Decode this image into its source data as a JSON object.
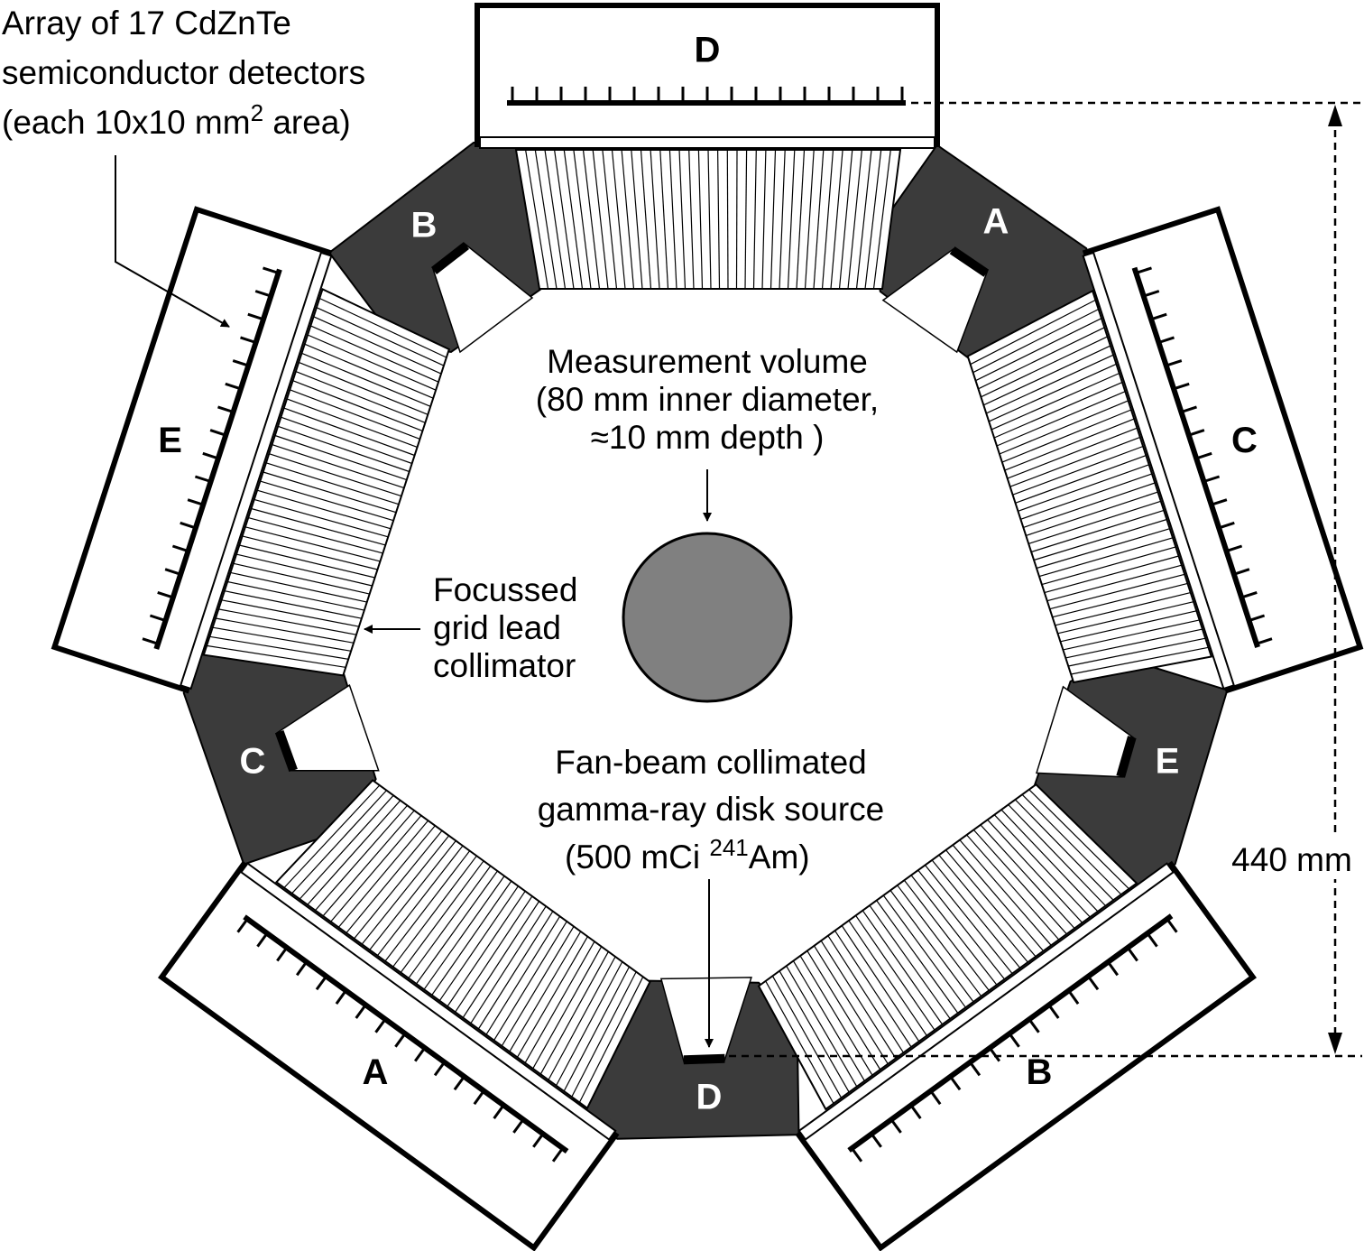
{
  "annotations": {
    "detector_array": [
      "Array of 17 CdZnTe",
      "semiconductor detectors",
      "(each 10x10 mm",
      "2",
      " area)"
    ],
    "measurement_volume": [
      "Measurement volume",
      "(80 mm inner diameter,",
      "≈10 mm depth )"
    ],
    "collimator": [
      "Focussed",
      "grid lead",
      "collimator"
    ],
    "source": [
      "Fan-beam collimated",
      "gamma-ray disk source",
      "(500 mCi ",
      "241",
      "Am)"
    ],
    "dimension": "440 mm"
  },
  "detector_modules": [
    {
      "id": "D",
      "label": "D"
    },
    {
      "id": "C",
      "label": "C"
    },
    {
      "id": "B",
      "label": "B"
    },
    {
      "id": "A",
      "label": "A"
    },
    {
      "id": "E",
      "label": "E"
    }
  ],
  "source_blocks": [
    {
      "id": "D",
      "label": "D"
    },
    {
      "id": "E",
      "label": "E"
    },
    {
      "id": "A",
      "label": "A"
    },
    {
      "id": "B",
      "label": "B"
    },
    {
      "id": "C",
      "label": "C"
    }
  ],
  "detectors_per_array": 17,
  "colors": {
    "shield": "#3b3b3b",
    "sample": "#808080",
    "line": "#000000",
    "background": "#ffffff"
  }
}
